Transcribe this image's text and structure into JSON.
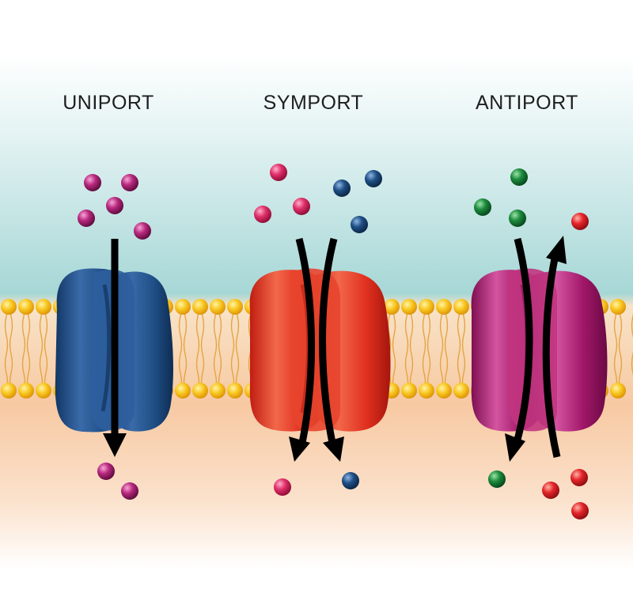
{
  "titles": {
    "uniport": "UNIPORT",
    "symport": "SYMPORT",
    "antiport": "ANTIPORT"
  },
  "transporters": [
    {
      "id": "uniport",
      "protein_color": "#1f4f86",
      "molecules": [
        "magenta"
      ],
      "direction": "outside-to-inside"
    },
    {
      "id": "symport",
      "protein_color": "#e0301f",
      "molecules": [
        "magenta",
        "blue"
      ],
      "direction": "both molecules outside-to-inside"
    },
    {
      "id": "antiport",
      "protein_color": "#a01668",
      "molecules": [
        "green",
        "red"
      ],
      "direction": "green in, red out"
    }
  ],
  "colors": {
    "extracellular": "#a8d8d8",
    "cytoplasm": "#f6c4a0",
    "lipid_head": "#f7c01a",
    "molecule_magenta": "#b8287e",
    "molecule_blue": "#1f4f86",
    "molecule_green": "#1c8a3c",
    "molecule_red": "#e4252a",
    "molecule_pink": "#e0306a",
    "arrow": "#000000"
  }
}
